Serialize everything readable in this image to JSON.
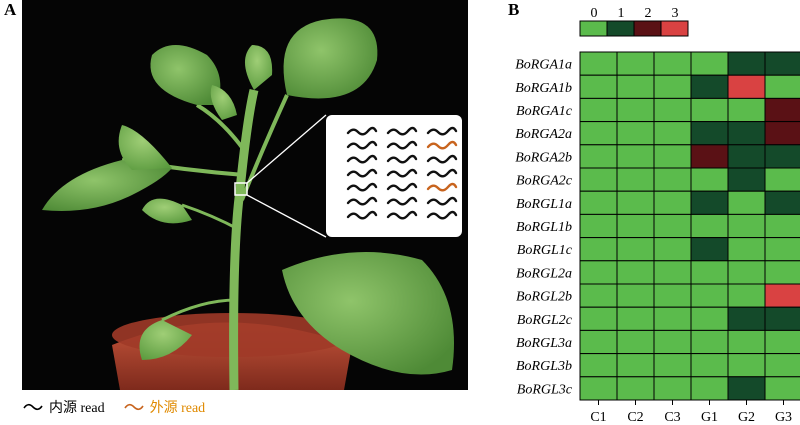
{
  "panel_a": {
    "letter": "A",
    "legend": [
      {
        "label": "内源 read",
        "color": "#000000"
      },
      {
        "label": "外源 read",
        "color": "#e08a00"
      }
    ],
    "inset_colors": {
      "endogenous": "#111111",
      "exogenous": "#c8641e"
    }
  },
  "panel_b": {
    "letter": "B"
  },
  "chart_data": {
    "type": "heatmap",
    "legend_values": [
      "0",
      "1",
      "2",
      "3"
    ],
    "colors": {
      "0": "#5bbb4c",
      "1": "#144a2a",
      "2": "#5a1115",
      "3": "#d94242"
    },
    "columns": [
      "C1",
      "C2",
      "C3",
      "G1",
      "G2",
      "G3"
    ],
    "rows": [
      "BoRGA1a",
      "BoRGA1b",
      "BoRGA1c",
      "BoRGA2a",
      "BoRGA2b",
      "BoRGA2c",
      "BoRGL1a",
      "BoRGL1b",
      "BoRGL1c",
      "BoRGL2a",
      "BoRGL2b",
      "BoRGL2c",
      "BoRGL3a",
      "BoRGL3b",
      "BoRGL3c"
    ],
    "values": [
      [
        0,
        0,
        0,
        0,
        1,
        1
      ],
      [
        0,
        0,
        0,
        1,
        3,
        0
      ],
      [
        0,
        0,
        0,
        0,
        0,
        2
      ],
      [
        0,
        0,
        0,
        1,
        1,
        2
      ],
      [
        0,
        0,
        0,
        2,
        1,
        1
      ],
      [
        0,
        0,
        0,
        0,
        1,
        0
      ],
      [
        0,
        0,
        0,
        1,
        0,
        1
      ],
      [
        0,
        0,
        0,
        0,
        0,
        0
      ],
      [
        0,
        0,
        0,
        1,
        0,
        0
      ],
      [
        0,
        0,
        0,
        0,
        0,
        0
      ],
      [
        0,
        0,
        0,
        0,
        0,
        3
      ],
      [
        0,
        0,
        0,
        0,
        1,
        1
      ],
      [
        0,
        0,
        0,
        0,
        0,
        0
      ],
      [
        0,
        0,
        0,
        0,
        0,
        0
      ],
      [
        0,
        0,
        0,
        0,
        1,
        0
      ]
    ]
  }
}
